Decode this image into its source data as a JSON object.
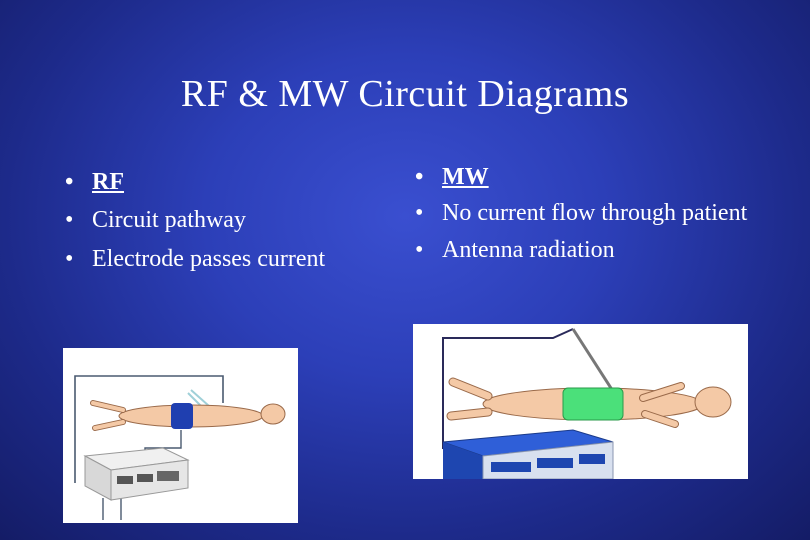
{
  "slide": {
    "title": "RF & MW Circuit Diagrams",
    "left_bullets": [
      "RF",
      "Circuit pathway",
      "Electrode passes current"
    ],
    "right_bullets": [
      "MW",
      "No current flow through patient",
      "Antenna radiation"
    ]
  },
  "colors": {
    "background": "#2c3fb8",
    "text": "#ffffff",
    "rf_pad_band": "#1f3fb0",
    "mw_band": "#4be07a",
    "skin": "#f4c9a6"
  },
  "icons": [
    "rf-generator-icon",
    "mw-generator-icon",
    "patient-illustration"
  ]
}
